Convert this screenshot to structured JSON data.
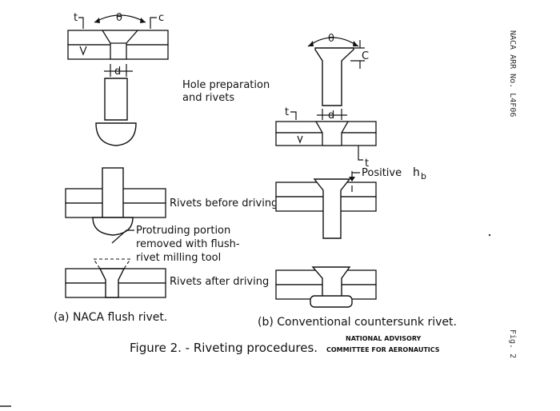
{
  "labels": {
    "t": "t",
    "c_small": "c",
    "theta": "θ",
    "d": "d",
    "C": "C",
    "hole_prep": [
      "Hole preparation",
      "and rivets"
    ],
    "positive_hb": "Positive",
    "hb": "h",
    "hb_sub": "b",
    "rivets_before": "Rivets before driving",
    "protruding": [
      "Protruding portion",
      "removed with flush-",
      "rivet milling tool"
    ],
    "rivets_after": "Rivets after driving",
    "caption_a": "(a) NACA flush rivet.",
    "caption_b": "(b) Conventional countersunk rivet.",
    "figure_caption": "Figure 2. - Riveting procedures.",
    "nac_line1": "NATIONAL ADVISORY",
    "nac_line2": "COMMITTEE FOR AERONAUTICS",
    "side_top": "NACA ARR No. L4F06",
    "side_bottom": "Fig. 2"
  },
  "colors": {
    "ink": "#111111",
    "paper": "#ffffff"
  }
}
